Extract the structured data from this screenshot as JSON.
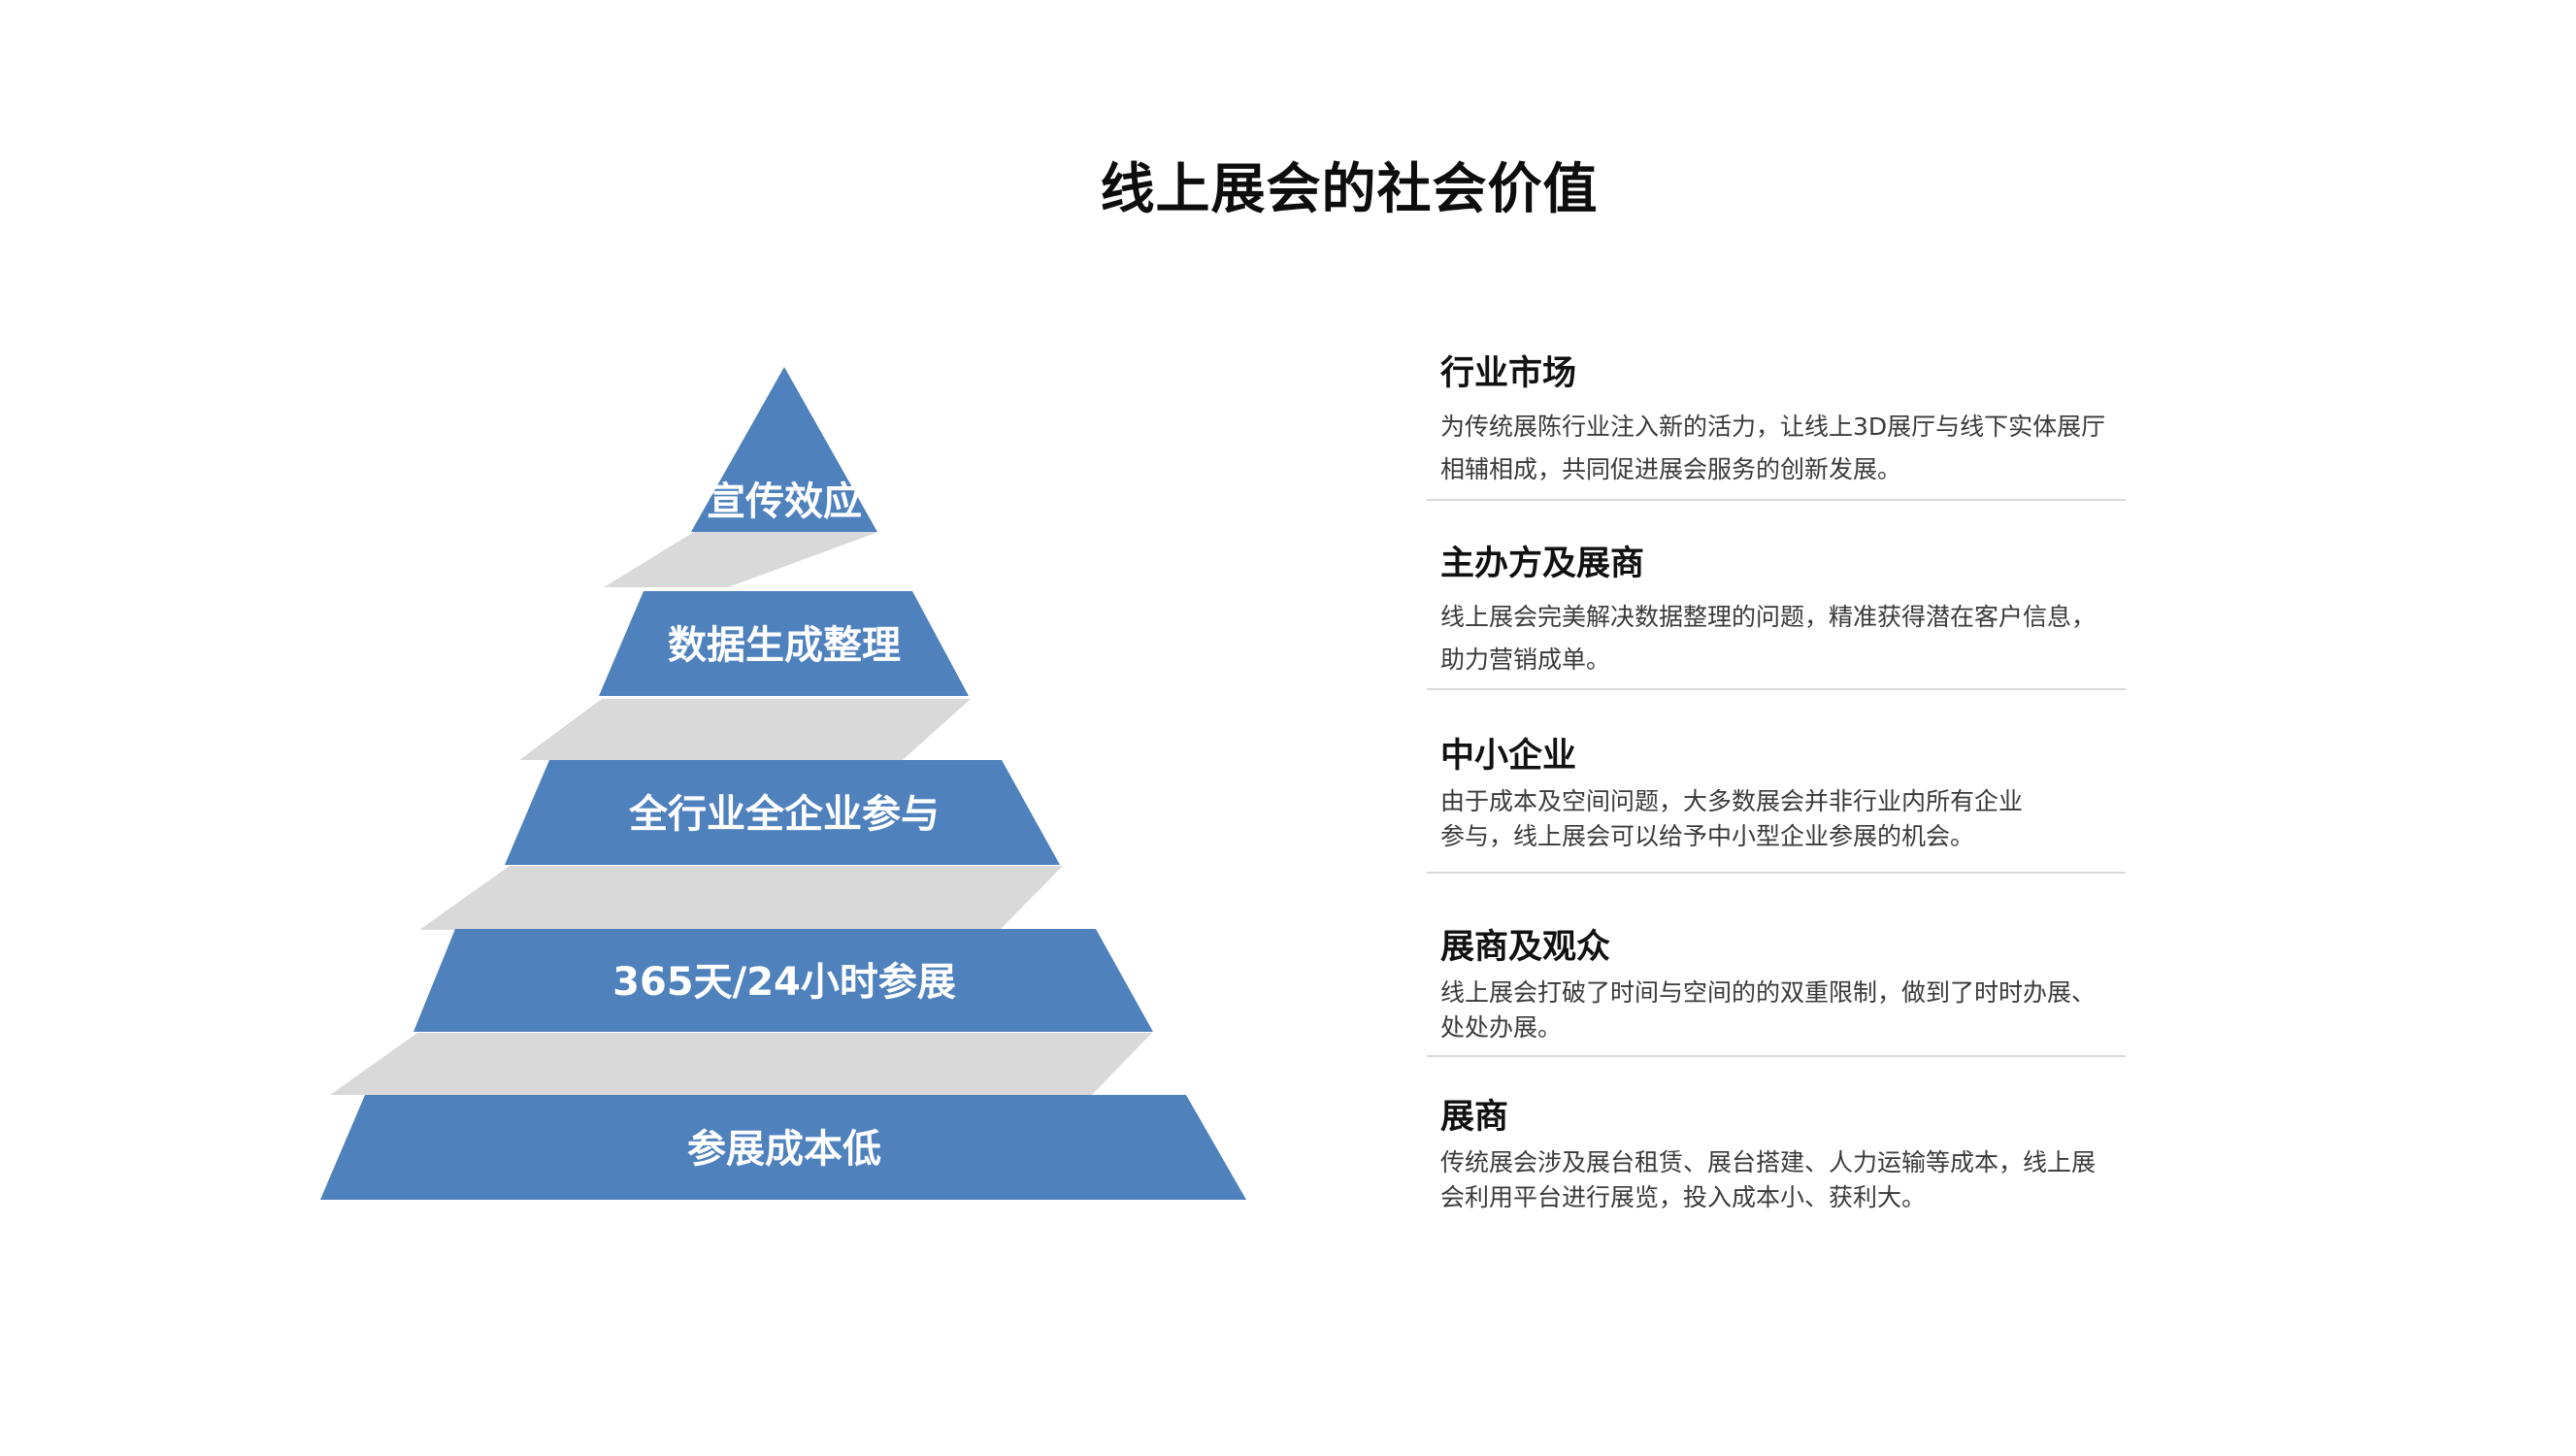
{
  "title": "线上展会的社会价值",
  "colors": {
    "tier_fill": "#4f81bd",
    "connector_fill": "#d9d9d9",
    "label_text": "#ffffff",
    "divider": "#d9d9d9"
  },
  "pyramid": {
    "tiers": [
      {
        "label": "宣传效应"
      },
      {
        "label": "数据生成整理"
      },
      {
        "label": "全行业全企业参与"
      },
      {
        "label": "365天/24小时参展"
      },
      {
        "label": "参展成本低"
      }
    ]
  },
  "items": [
    {
      "heading": "行业市场",
      "text": [
        "为传统展陈行业注入新的活力，让线上3D展厅与线下实体展厅",
        "相辅相成，共同促进展会服务的创新发展。"
      ]
    },
    {
      "heading": "主办方及展商",
      "text": [
        "线上展会完美解决数据整理的问题，精准获得潜在客户信息，",
        "助力营销成单。"
      ]
    },
    {
      "heading": "中小企业",
      "text": [
        "由于成本及空间问题，大多数展会并非行业内所有企业",
        "参与，线上展会可以给予中小型企业参展的机会。"
      ]
    },
    {
      "heading": "展商及观众",
      "text": [
        "线上展会打破了时间与空间的的双重限制，做到了时时办展、",
        "处处办展。"
      ]
    },
    {
      "heading": "展商",
      "text": [
        "传统展会涉及展台租赁、展台搭建、人力运输等成本，线上展",
        "会利用平台进行展览，投入成本小、获利大。"
      ]
    }
  ]
}
